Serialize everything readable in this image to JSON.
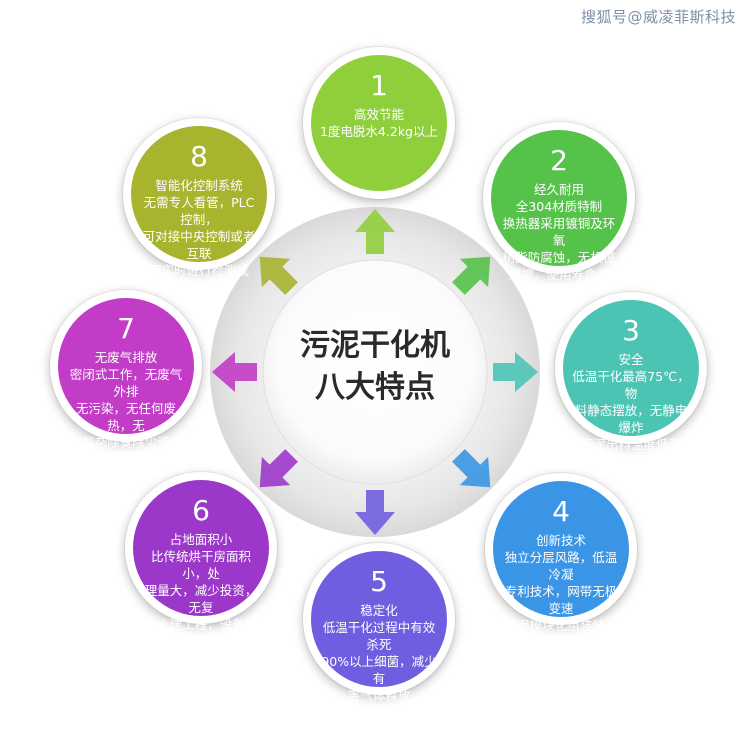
{
  "watermark": "搜狐号@威凌菲斯科技",
  "center": {
    "line1": "污泥干化机",
    "line2": "八大特点"
  },
  "features": [
    {
      "num": "1",
      "title": "高效节能",
      "desc": "1度电脱水4.2kg以上",
      "color": "#8fcf3c"
    },
    {
      "num": "2",
      "title": "经久耐用",
      "desc": "全304材质特制\n换热器采用镀铜及环氧\n树脂防腐蚀，无机械\n摩擦，使用寿命长",
      "color": "#55c24a"
    },
    {
      "num": "3",
      "title": "安全",
      "desc": "低温干化最高75℃，物\n料静态摆放，无静电爆炸\n污泥出料温度低于50℃",
      "color": "#4cc4b4"
    },
    {
      "num": "4",
      "title": "创新技术",
      "desc": "独立分层风路，低温冷凝\n专利技术，网带无极变速\n采用模块化组装结构",
      "color": "#3a95e6"
    },
    {
      "num": "5",
      "title": "稳定化",
      "desc": "低温干化过程中有效杀死\n90%以上细菌，减少有\n害气体释放",
      "color": "#6f5ee0"
    },
    {
      "num": "6",
      "title": "占地面积小",
      "desc": "比传统烘干房面积小，处\n理量大，减少投资，无复\n杂土建工程，设备安装\n调试周期短，",
      "color": "#9c38c9"
    },
    {
      "num": "7",
      "title": "无废气排放",
      "desc": "密闭式工作，无废气外排\n无污染，无任何废热，无\n需复杂除臭除尘设备",
      "color": "#c23cc7"
    },
    {
      "num": "8",
      "title": "智能化控制系统",
      "desc": "无需专人看管，PLC控制，\n可对接中央控制或者互联\n网实时进行检测或\n操控",
      "color": "#a8b32e"
    }
  ]
}
